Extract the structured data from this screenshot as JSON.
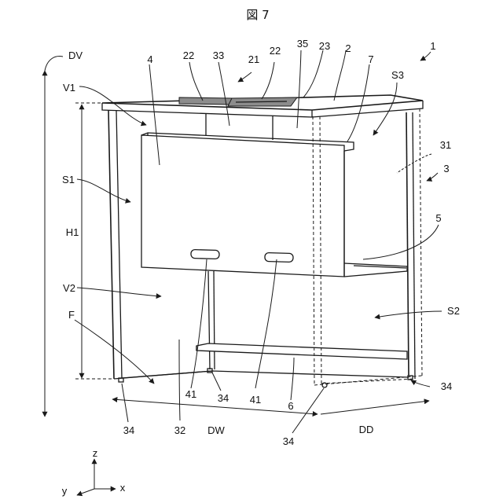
{
  "figure": {
    "title": "図 7"
  },
  "labels": {
    "ref_1": "1",
    "ref_2": "2",
    "ref_3": "3",
    "ref_4": "4",
    "ref_5": "5",
    "ref_6": "6",
    "ref_7": "7",
    "ref_21": "21",
    "ref_22a": "22",
    "ref_22b": "22",
    "ref_23": "23",
    "ref_31": "31",
    "ref_32": "32",
    "ref_33": "33",
    "ref_34a": "34",
    "ref_34b": "34",
    "ref_34c": "34",
    "ref_34d": "34",
    "ref_35": "35",
    "ref_41a": "41",
    "ref_41b": "41",
    "dv": "DV",
    "dw": "DW",
    "dd": "DD",
    "h1": "H1",
    "v1": "V1",
    "v2": "V2",
    "s1": "S1",
    "s2": "S2",
    "s3": "S3",
    "f": "F"
  },
  "axes": {
    "z": "z",
    "y": "y",
    "x": "x"
  },
  "colors": {
    "line": "#1a1a1a",
    "shaded_part": "#8c8c8c",
    "background": "#ffffff"
  }
}
